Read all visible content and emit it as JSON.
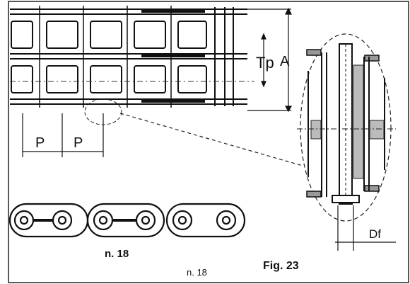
{
  "figure": {
    "dimension_labels": {
      "pitch_left": "P",
      "pitch_right": "P",
      "transverse_pitch": "Tp",
      "overall_width": "A",
      "pin_diameter": "Df"
    },
    "top_view_caption": "n. 18",
    "bottom_caption": "n. 18",
    "figure_number": "Fig. 23"
  }
}
